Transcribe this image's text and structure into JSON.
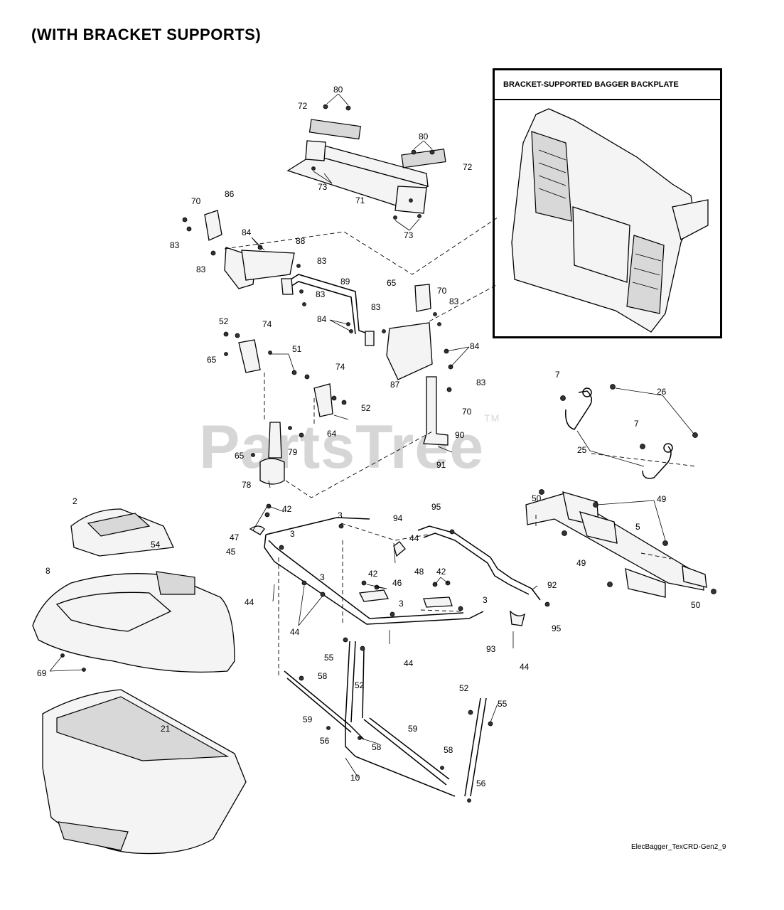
{
  "header": {
    "title": "(WITH BRACKET SUPPORTS)"
  },
  "inset": {
    "title": "BRACKET-SUPPORTED BAGGER BACKPLATE"
  },
  "watermark": {
    "text": "PartsTree",
    "mark": "TM"
  },
  "footer": {
    "code": "ElecBagger_TexCRD-Gen2_9"
  },
  "callouts": [
    {
      "id": "c1",
      "label": "80"
    },
    {
      "id": "c2",
      "label": "72"
    },
    {
      "id": "c3",
      "label": "80"
    },
    {
      "id": "c4",
      "label": "72"
    },
    {
      "id": "c5",
      "label": "73"
    },
    {
      "id": "c6",
      "label": "71"
    },
    {
      "id": "c7",
      "label": "73"
    },
    {
      "id": "c8",
      "label": "70"
    },
    {
      "id": "c9",
      "label": "86"
    },
    {
      "id": "c10",
      "label": "83"
    },
    {
      "id": "c11",
      "label": "84"
    },
    {
      "id": "c12",
      "label": "88"
    },
    {
      "id": "c13",
      "label": "83"
    },
    {
      "id": "c14",
      "label": "83"
    },
    {
      "id": "c15",
      "label": "89"
    },
    {
      "id": "c16",
      "label": "83"
    },
    {
      "id": "c17",
      "label": "65"
    },
    {
      "id": "c18",
      "label": "70"
    },
    {
      "id": "c19",
      "label": "83"
    },
    {
      "id": "c20",
      "label": "84"
    },
    {
      "id": "c21",
      "label": "83"
    },
    {
      "id": "c22",
      "label": "52"
    },
    {
      "id": "c23",
      "label": "74"
    },
    {
      "id": "c24",
      "label": "51"
    },
    {
      "id": "c25",
      "label": "65"
    },
    {
      "id": "c26",
      "label": "84"
    },
    {
      "id": "c27",
      "label": "87"
    },
    {
      "id": "c28",
      "label": "74"
    },
    {
      "id": "c29",
      "label": "83"
    },
    {
      "id": "c30",
      "label": "52"
    },
    {
      "id": "c31",
      "label": "70"
    },
    {
      "id": "c32",
      "label": "64"
    },
    {
      "id": "c33",
      "label": "90"
    },
    {
      "id": "c34",
      "label": "65"
    },
    {
      "id": "c35",
      "label": "79"
    },
    {
      "id": "c36",
      "label": "91"
    },
    {
      "id": "c37",
      "label": "78"
    },
    {
      "id": "c38",
      "label": "7"
    },
    {
      "id": "c39",
      "label": "26"
    },
    {
      "id": "c40",
      "label": "7"
    },
    {
      "id": "c41",
      "label": "25"
    },
    {
      "id": "c42",
      "label": "2"
    },
    {
      "id": "c43",
      "label": "42"
    },
    {
      "id": "c44",
      "label": "3"
    },
    {
      "id": "c45",
      "label": "94"
    },
    {
      "id": "c46",
      "label": "95"
    },
    {
      "id": "c47",
      "label": "50"
    },
    {
      "id": "c48",
      "label": "49"
    },
    {
      "id": "c49",
      "label": "47"
    },
    {
      "id": "c50",
      "label": "3"
    },
    {
      "id": "c51",
      "label": "5"
    },
    {
      "id": "c52",
      "label": "45"
    },
    {
      "id": "c53",
      "label": "44"
    },
    {
      "id": "c54",
      "label": "49"
    },
    {
      "id": "c55",
      "label": "54"
    },
    {
      "id": "c56",
      "label": "8"
    },
    {
      "id": "c57",
      "label": "3"
    },
    {
      "id": "c58",
      "label": "42"
    },
    {
      "id": "c59",
      "label": "48"
    },
    {
      "id": "c60",
      "label": "42"
    },
    {
      "id": "c61",
      "label": "44"
    },
    {
      "id": "c62",
      "label": "46"
    },
    {
      "id": "c63",
      "label": "92"
    },
    {
      "id": "c64",
      "label": "3"
    },
    {
      "id": "c65",
      "label": "3"
    },
    {
      "id": "c66",
      "label": "50"
    },
    {
      "id": "c67",
      "label": "44"
    },
    {
      "id": "c68",
      "label": "95"
    },
    {
      "id": "c69",
      "label": "55"
    },
    {
      "id": "c70",
      "label": "93"
    },
    {
      "id": "c71",
      "label": "44"
    },
    {
      "id": "c72",
      "label": "44"
    },
    {
      "id": "c73",
      "label": "69"
    },
    {
      "id": "c74",
      "label": "58"
    },
    {
      "id": "c75",
      "label": "52"
    },
    {
      "id": "c76",
      "label": "52"
    },
    {
      "id": "c77",
      "label": "55"
    },
    {
      "id": "c78",
      "label": "21"
    },
    {
      "id": "c79",
      "label": "59"
    },
    {
      "id": "c80",
      "label": "59"
    },
    {
      "id": "c81",
      "label": "56"
    },
    {
      "id": "c82",
      "label": "58"
    },
    {
      "id": "c83",
      "label": "58"
    },
    {
      "id": "c84",
      "label": "10"
    },
    {
      "id": "c85",
      "label": "56"
    }
  ]
}
